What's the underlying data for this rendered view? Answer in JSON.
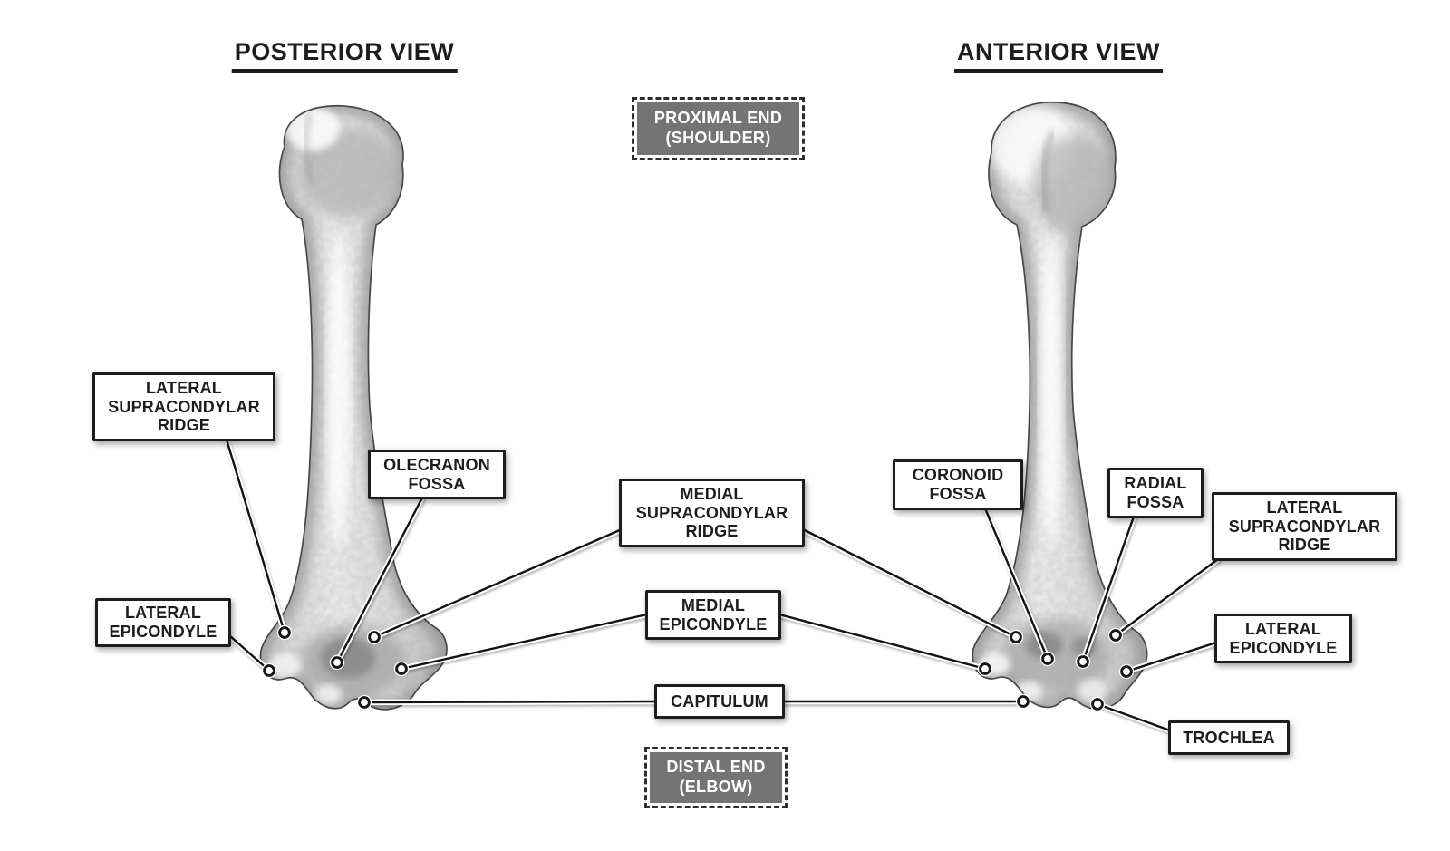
{
  "diagram": {
    "titles": {
      "posterior": "POSTERIOR VIEW",
      "anterior": "ANTERIOR VIEW"
    },
    "end_boxes": {
      "proximal": "PROXIMAL END\n(SHOULDER)",
      "distal": "DISTAL END\n(ELBOW)"
    },
    "labels": {
      "lateral_supracondylar_ridge_left": "LATERAL\nSUPRACONDYLAR\nRIDGE",
      "olecranon_fossa": "OLECRANON\nFOSSA",
      "lateral_epicondyle_left": "LATERAL\nEPICONDYLE",
      "medial_supracondylar_ridge": "MEDIAL\nSUPRACONDYLAR\nRIDGE",
      "medial_epicondyle": "MEDIAL\nEPICONDYLE",
      "capitulum": "CAPITULUM",
      "coronoid_fossa": "CORONOID\nFOSSA",
      "radial_fossa": "RADIAL\nFOSSA",
      "lateral_supracondylar_ridge_right": "LATERAL\nSUPRACONDYLAR\nRIDGE",
      "lateral_epicondyle_right": "LATERAL\nEPICONDYLE",
      "trochlea": "TROCHLEA"
    },
    "colors": {
      "text": "#1d1d1d",
      "label_border": "#1d1d1d",
      "gray_box_fill": "#747474",
      "gray_box_text": "#ffffff",
      "background": "#ffffff"
    }
  }
}
